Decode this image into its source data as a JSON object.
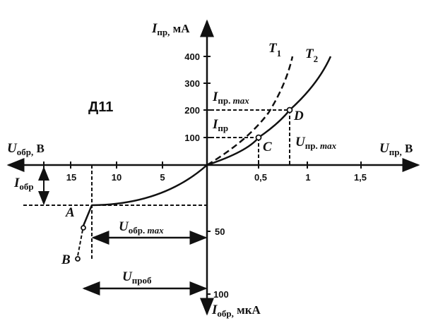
{
  "title": "Д11",
  "axes": {
    "y_pos": {
      "symbol": "I",
      "sub": "пр,",
      "unit": " мА",
      "ticks": [
        "100",
        "200",
        "300",
        "400"
      ]
    },
    "y_neg": {
      "symbol": "I",
      "sub": "обр,",
      "unit": " мкА",
      "ticks": [
        "50",
        "100"
      ]
    },
    "x_pos": {
      "symbol": "U",
      "sub": "пр,",
      "unit": " В",
      "ticks": [
        "0,5",
        "1",
        "1,5"
      ]
    },
    "x_neg": {
      "symbol": "U",
      "sub": "обр,",
      "unit": " В",
      "ticks": [
        "5",
        "10",
        "15"
      ]
    }
  },
  "curves": {
    "t1": {
      "symbol": "T",
      "sub": "1"
    },
    "t2": {
      "symbol": "T",
      "sub": "2"
    }
  },
  "points": {
    "a": "A",
    "b": "B",
    "c": "C",
    "d": "D"
  },
  "annotations": {
    "i_pr_max": {
      "symbol": "I",
      "sub": "пр. ",
      "sub2": "max"
    },
    "i_pr": {
      "symbol": "I",
      "sub": "пр"
    },
    "u_pr_max": {
      "symbol": "U",
      "sub": "пр. ",
      "sub2": "max"
    },
    "i_obr": {
      "symbol": "I",
      "sub": "обр"
    },
    "u_obr_max": {
      "symbol": "U",
      "sub": "обр. ",
      "sub2": "max"
    },
    "u_prob": {
      "symbol": "U",
      "sub": "проб"
    }
  }
}
